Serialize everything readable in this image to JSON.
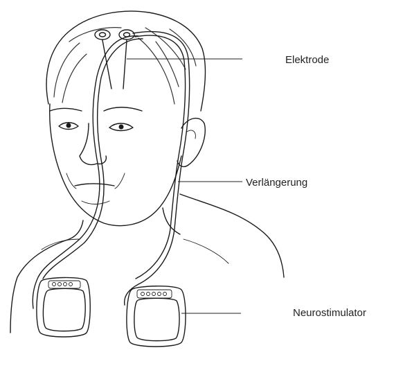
{
  "labels": {
    "electrode": "Elektrode",
    "extension": "Verlängerung",
    "neurostimulator": "Neurostimulator"
  }
}
